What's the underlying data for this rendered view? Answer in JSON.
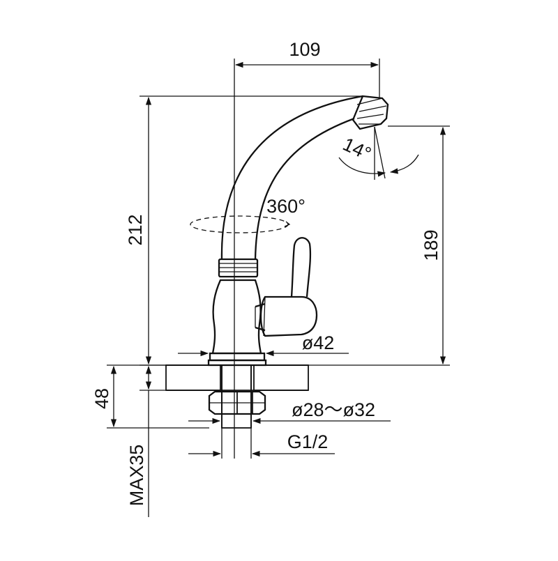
{
  "dimensions": {
    "spout_reach": "109",
    "total_height": "212",
    "outlet_height": "189",
    "spout_angle": "14°",
    "swivel_rotation": "360°",
    "base_diameter": "ø42",
    "hole_diameter_range": "ø28～ø32",
    "thread_size": "G1/2",
    "shank_length": "48",
    "max_deck_thickness": "MAX35"
  },
  "colors": {
    "line": "#111111",
    "background": "#ffffff"
  }
}
